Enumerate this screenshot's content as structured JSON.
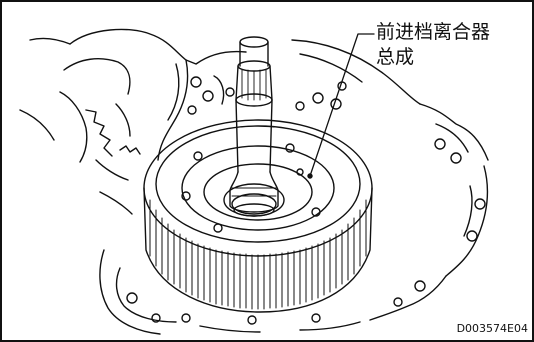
{
  "callout": {
    "line1": "前进档离合器",
    "line2": "总成"
  },
  "figure_code": "D003574E04",
  "icons": [
    "forward-clutch-assembly-illustration"
  ],
  "colors": {
    "line": "#111111",
    "background": "#ffffff"
  }
}
